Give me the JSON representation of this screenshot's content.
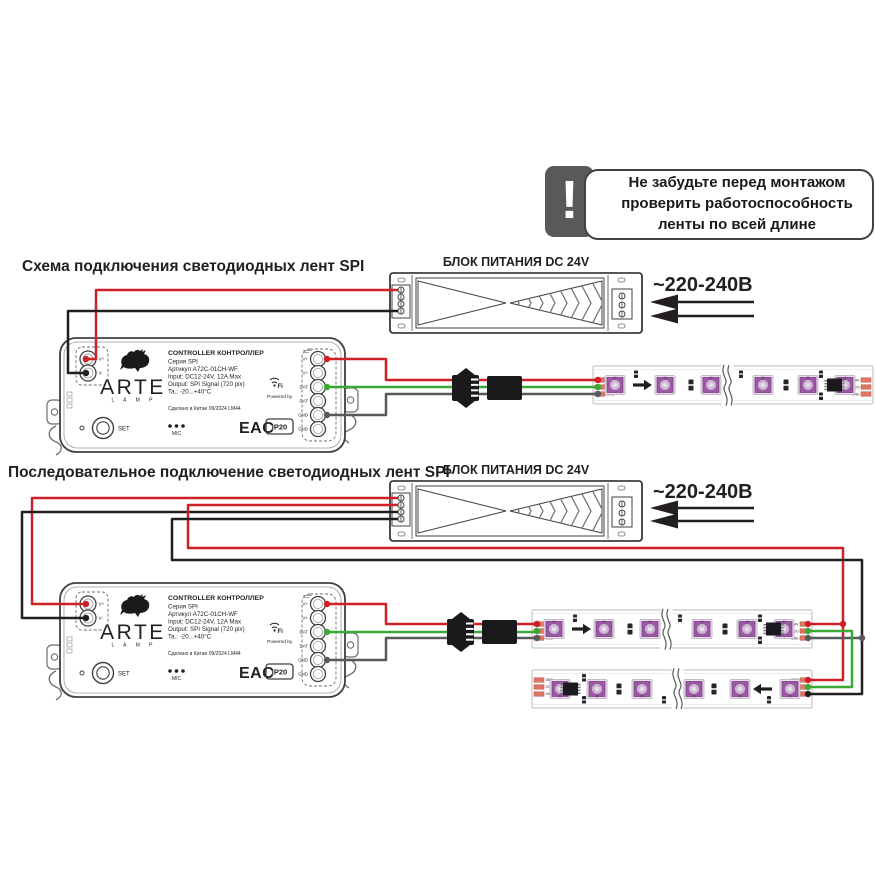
{
  "colors": {
    "wire_red": "#cf2027",
    "wire_green": "#3aaa35",
    "wire_gray": "#58595b",
    "wire_black": "#231f20",
    "outline": "#404041",
    "outline_light": "#6d6e71",
    "led_purple": "#9c58a5",
    "led_purple_dark": "#7b3f85",
    "pad_copper": "#df7662",
    "warning_bg": "#58595b"
  },
  "warning": {
    "lines": [
      "Не забудьте перед монтажом",
      "проверить работоспособность",
      "ленты по всей длине"
    ],
    "icon": "!"
  },
  "sections": {
    "first_title": "Схема подключения светодиодных лент SPI",
    "second_title": "Последовательное подключение светодиодных лент SPI"
  },
  "psu": {
    "label": "БЛОК ПИТАНИЯ DC 24V"
  },
  "mains": {
    "label": "~220-240В"
  },
  "controller": {
    "header": "CONTROLLER  КОНТРОЛЛЕР",
    "specs": [
      "Серия SPI",
      "Артикул A72C-01CH-WF",
      "Input: DC12-24V, 12A Max",
      "Output: SPI Signal (720 pix)",
      "Ta.: -20...+40°C"
    ],
    "made_in": "Сделано в Китае 09/2024 LM44",
    "brand_top": "ARTE",
    "brand_bottom": "L A M P",
    "input_terminals": [
      "V+",
      "V-"
    ],
    "output_terminals": [
      "V+",
      "V+",
      "DAT",
      "DAT",
      "GND",
      "GND"
    ],
    "set_button": "SET",
    "mic_label": "MIC",
    "wifi_label": "Fi",
    "powered_by": "Powered by",
    "eac_mark": "EAC",
    "ip_rating": "IP20"
  },
  "strip": {
    "input_pads": [
      "24V",
      "DI",
      "GND"
    ],
    "output_pads": [
      "24V",
      "DO",
      "GND"
    ]
  }
}
